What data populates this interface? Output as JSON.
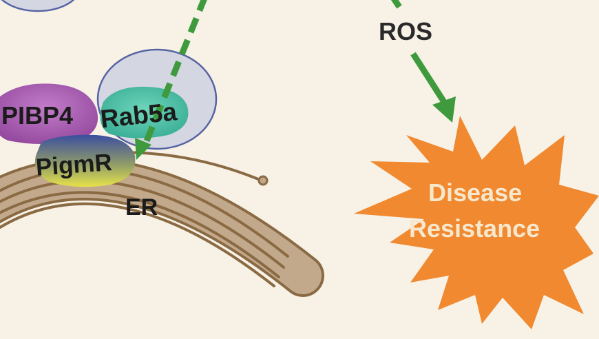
{
  "labels": {
    "pibp4": "PIBP4",
    "rab5a": "Rab5a",
    "pigmr": "PigmR",
    "er": "ER",
    "ros": "ROS",
    "disease_line1": "Disease",
    "disease_line2": "Resistance"
  },
  "colors": {
    "background": "#f7f1e6",
    "vesicle_fill": "#d4d6e2",
    "vesicle_stroke": "#5663a3",
    "pibp4": "#a55cae",
    "rab5a": "#53c2a6",
    "pigmr_top": "#3b4ea0",
    "pigmr_bottom": "#e3e04a",
    "er_fill": "#c3a98c",
    "er_stroke": "#8a6a43",
    "arrow": "#3e9a3c",
    "burst": "#f0892f",
    "burst_text": "#f6e7cd"
  },
  "icons": [
    "vesicle-shape",
    "er-membrane-shape",
    "starburst-shape",
    "dashed-arrow",
    "solid-arrow"
  ]
}
